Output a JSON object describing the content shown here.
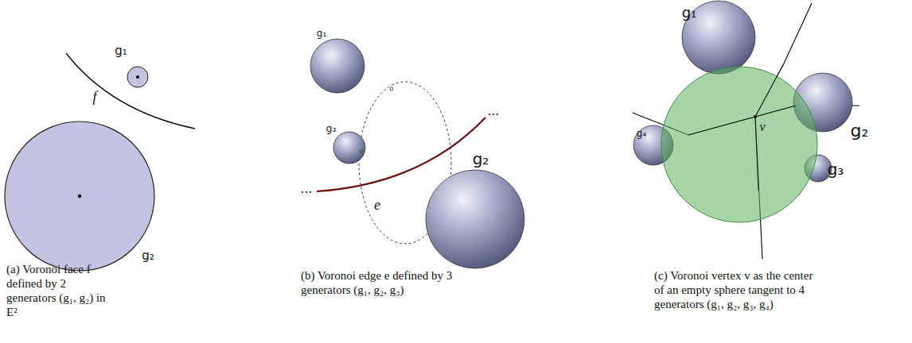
{
  "diagram": {
    "labels": [
      "g₁",
      "f",
      "g₂",
      "(a) Voronoi face f defined by 2 generators (g₁, g₂) in E²",
      "g₁",
      "g₃",
      "…",
      "e",
      "…",
      "g₂",
      "(b) Voronoi edge e defined by 3 generators (g₁, g₂, g₃)",
      "g₁",
      "g₄",
      "v",
      "g₂",
      "g₃",
      "(c) Voronoi vertex v as the center of an empty sphere tangent to 4 generators (g₁, g₂, g₃, g₄)"
    ]
  }
}
